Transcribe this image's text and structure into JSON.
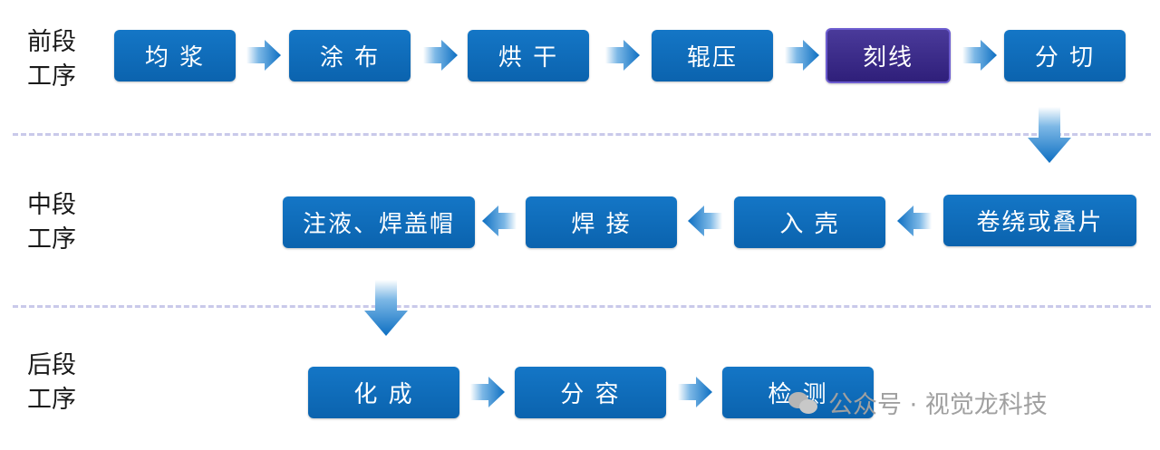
{
  "stages": {
    "front": {
      "line1": "前段",
      "line2": "工序"
    },
    "middle": {
      "line1": "中段",
      "line2": "工序"
    },
    "back": {
      "line1": "后段",
      "line2": "工序"
    }
  },
  "front_steps": [
    "均 浆",
    "涂 布",
    "烘 干",
    "辊压",
    "刻线",
    "分 切"
  ],
  "middle_steps": [
    "卷绕或叠片",
    "入 壳",
    "焊 接",
    "注液、焊盖帽"
  ],
  "back_steps": [
    "化 成",
    "分 容",
    "检 测"
  ],
  "highlighted_step": "刻线",
  "colors": {
    "box": "#0b6cb8",
    "highlight": "#3a2a8a",
    "arrow": "#1a7ed0",
    "divider": "#c9c9ea"
  },
  "watermark": {
    "text": "公众号 · 视觉龙科技",
    "icon": "wechat-icon"
  }
}
